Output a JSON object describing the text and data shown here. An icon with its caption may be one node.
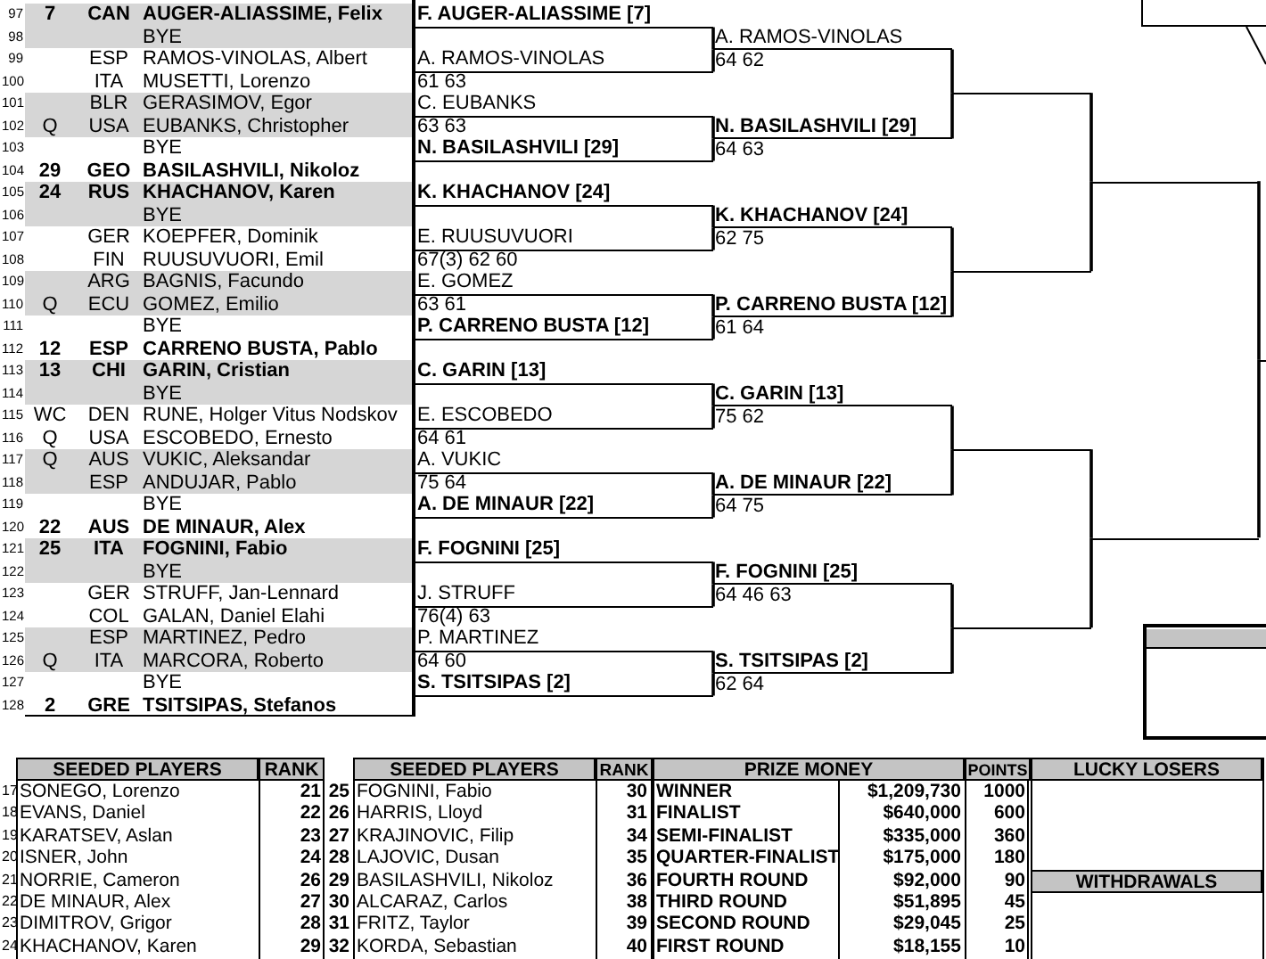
{
  "diagram": {
    "nodes": [
      {
        "text": [
          "F. AUGER-ALIASSIME [7]"
        ]
      },
      {
        "text": [
          "A. RAMOS-VINOLAS",
          "61 63"
        ]
      },
      {
        "text": [
          "C. EUBANKS",
          "63 63"
        ]
      },
      {
        "text": [
          "N. BASILASHVILI [29]"
        ]
      },
      {
        "text": [
          "K. KHACHANOV [24]"
        ]
      },
      {
        "text": [
          "E. RUUSUVUORI",
          "67(3) 62 60"
        ]
      },
      {
        "text": [
          "E. GOMEZ",
          "63 61"
        ]
      },
      {
        "text": [
          "P. CARRENO BUSTA [12]"
        ]
      },
      {
        "text": [
          "C. GARIN [13]"
        ]
      },
      {
        "text": [
          "E. ESCOBEDO",
          "64 61"
        ]
      },
      {
        "text": [
          "A. VUKIC",
          "75 64"
        ]
      },
      {
        "text": [
          "A. DE MINAUR [22]"
        ]
      },
      {
        "text": [
          "F. FOGNINI [25]"
        ]
      },
      {
        "text": [
          "J. STRUFF",
          "76(4) 63"
        ]
      },
      {
        "text": [
          "P. MARTINEZ",
          "64 60"
        ]
      },
      {
        "text": [
          "S. TSITSIPAS [2]"
        ]
      },
      {
        "text": [
          "A. RAMOS-VINOLAS",
          "64 62"
        ]
      },
      {
        "text": [
          "N. BASILASHVILI [29]",
          "64 63"
        ]
      },
      {
        "text": [
          "K. KHACHANOV [24]",
          "62 75"
        ]
      },
      {
        "text": [
          "P. CARRENO BUSTA [12]",
          "61 64"
        ]
      },
      {
        "text": [
          "C. GARIN [13]",
          "75 62"
        ]
      },
      {
        "text": [
          "A. DE MINAUR [22]",
          "64 75"
        ]
      },
      {
        "text": [
          "F. FOGNINI [25]",
          "64 46 63"
        ]
      },
      {
        "text": [
          "S. TSITSIPAS [2]",
          "62 64"
        ]
      },
      {
        "text": [],
        "shape": "bar"
      },
      {
        "text": [],
        "shape": "bar"
      },
      {
        "text": [],
        "shape": "bar"
      },
      {
        "text": [],
        "shape": "bar"
      },
      {
        "text": [],
        "shape": "bar"
      },
      {
        "text": [],
        "shape": "bar"
      },
      {
        "text": [],
        "shape": "bar"
      }
    ],
    "edges": [
      {
        "from": 0,
        "to": 16,
        "arrow": "none"
      },
      {
        "from": 1,
        "to": 16,
        "arrow": "none"
      },
      {
        "from": 2,
        "to": 17,
        "arrow": "none"
      },
      {
        "from": 3,
        "to": 17,
        "arrow": "none"
      },
      {
        "from": 4,
        "to": 18,
        "arrow": "none"
      },
      {
        "from": 5,
        "to": 18,
        "arrow": "none"
      },
      {
        "from": 6,
        "to": 19,
        "arrow": "none"
      },
      {
        "from": 7,
        "to": 19,
        "arrow": "none"
      },
      {
        "from": 8,
        "to": 20,
        "arrow": "none"
      },
      {
        "from": 9,
        "to": 20,
        "arrow": "none"
      },
      {
        "from": 10,
        "to": 21,
        "arrow": "none"
      },
      {
        "from": 11,
        "to": 21,
        "arrow": "none"
      },
      {
        "from": 12,
        "to": 22,
        "arrow": "none"
      },
      {
        "from": 13,
        "to": 22,
        "arrow": "none"
      },
      {
        "from": 14,
        "to": 23,
        "arrow": "none"
      },
      {
        "from": 15,
        "to": 23,
        "arrow": "none"
      },
      {
        "from": 16,
        "to": 24,
        "arrow": "none"
      },
      {
        "from": 17,
        "to": 24,
        "arrow": "none"
      },
      {
        "from": 18,
        "to": 25,
        "arrow": "none"
      },
      {
        "from": 19,
        "to": 25,
        "arrow": "none"
      },
      {
        "from": 20,
        "to": 26,
        "arrow": "none"
      },
      {
        "from": 21,
        "to": 26,
        "arrow": "none"
      },
      {
        "from": 22,
        "to": 27,
        "arrow": "none"
      },
      {
        "from": 23,
        "to": 27,
        "arrow": "none"
      },
      {
        "from": 24,
        "to": 28,
        "arrow": "none"
      },
      {
        "from": 25,
        "to": 28,
        "arrow": "none"
      },
      {
        "from": 26,
        "to": 29,
        "arrow": "none"
      },
      {
        "from": 27,
        "to": 29,
        "arrow": "none"
      },
      {
        "from": 28,
        "to": 30,
        "arrow": "none"
      },
      {
        "from": 29,
        "to": 30,
        "arrow": "none"
      }
    ],
    "labels": [
      "97",
      "7",
      "CAN",
      "AUGER-ALIASSIME, Felix",
      "98",
      "BYE",
      "99",
      "ESP",
      "RAMOS-VINOLAS, Albert",
      "100",
      "ITA",
      "MUSETTI, Lorenzo",
      "101",
      "BLR",
      "GERASIMOV, Egor",
      "102",
      "Q",
      "USA",
      "EUBANKS, Christopher",
      "103",
      "BYE",
      "104",
      "29",
      "GEO",
      "BASILASHVILI, Nikoloz",
      "105",
      "24",
      "RUS",
      "KHACHANOV, Karen",
      "106",
      "BYE",
      "107",
      "GER",
      "KOEPFER, Dominik",
      "108",
      "FIN",
      "RUUSUVUORI, Emil",
      "109",
      "ARG",
      "BAGNIS, Facundo",
      "110",
      "Q",
      "ECU",
      "GOMEZ, Emilio",
      "111",
      "BYE",
      "112",
      "12",
      "ESP",
      "CARRENO BUSTA, Pablo",
      "113",
      "13",
      "CHI",
      "GARIN, Cristian",
      "114",
      "BYE",
      "115",
      "WC",
      "DEN",
      "RUNE, Holger Vitus Nodskov",
      "116",
      "Q",
      "USA",
      "ESCOBEDO, Ernesto",
      "117",
      "Q",
      "AUS",
      "VUKIC, Aleksandar",
      "118",
      "ESP",
      "ANDUJAR, Pablo",
      "119",
      "BYE",
      "120",
      "22",
      "AUS",
      "DE MINAUR, Alex",
      "121",
      "25",
      "ITA",
      "FOGNINI, Fabio",
      "122",
      "BYE",
      "123",
      "GER",
      "STRUFF, Jan-Lennard",
      "124",
      "COL",
      "GALAN, Daniel Elahi",
      "125",
      "ESP",
      "MARTINEZ, Pedro",
      "126",
      "Q",
      "ITA",
      "MARCORA, Roberto",
      "127",
      "BYE",
      "128",
      "2",
      "GRE",
      "TSITSIPAS, Stefanos",
      "SEEDED PLAYERS",
      "RANK",
      "SEEDED PLAYERS",
      "RANK",
      "PRIZE MONEY",
      "POINTS",
      "LUCKY LOSERS",
      "17",
      "SONEGO, Lorenzo",
      "21",
      "25",
      "FOGNINI, Fabio",
      "30",
      "WINNER",
      "$1,209,730",
      "1000",
      "18",
      "EVANS, Daniel",
      "22",
      "26",
      "HARRIS, Lloyd",
      "31",
      "FINALIST",
      "$640,000",
      "600",
      "19",
      "KARATSEV, Aslan",
      "23",
      "27",
      "KRAJINOVIC, Filip",
      "34",
      "SEMI-FINALIST",
      "$335,000",
      "360",
      "20",
      "ISNER, John",
      "24",
      "28",
      "LAJOVIC, Dusan",
      "35",
      "QUARTER-FINALIST",
      "$175,000",
      "180",
      "21",
      "NORRIE, Cameron",
      "26",
      "29",
      "BASILASHVILI, Nikoloz",
      "36",
      "FOURTH ROUND",
      "$92,000",
      "90",
      "WITHDRAWALS",
      "22",
      "DE MINAUR, Alex",
      "27",
      "30",
      "ALCARAZ, Carlos",
      "38",
      "THIRD ROUND",
      "$51,895",
      "45",
      "23",
      "DIMITROV, Grigor",
      "28",
      "31",
      "FRITZ, Taylor",
      "39",
      "SECOND ROUND",
      "$29,045",
      "25",
      "24",
      "KHACHANOV, Karen",
      "29",
      "32",
      "KORDA, Sebastian",
      "40",
      "FIRST ROUND",
      "$18,155",
      "10"
    ]
  }
}
